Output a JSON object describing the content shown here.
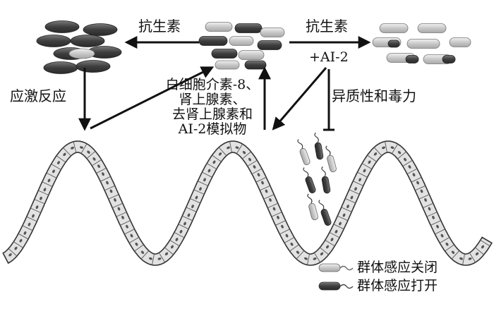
{
  "labels": {
    "antibiotic_left": "抗生素",
    "antibiotic_right": "抗生素",
    "ai2_plus": "+AI-2",
    "stress_response": "应激反应",
    "host_signals": [
      "白细胞介素-8、",
      "肾上腺素、",
      "去肾上腺素和",
      "AI-2模拟物"
    ],
    "heterogeneity": "异质性和毒力"
  },
  "legend": [
    {
      "label": "群体感应关闭",
      "color": "#cfcfcf"
    },
    {
      "label": "群体感应打开",
      "color": "#555555"
    }
  ],
  "colors": {
    "cell_dark": "#4a4a4a",
    "cell_light": "#cfcfcf",
    "epithelium_fill": "#e2e2e2",
    "epithelium_outline": "#333333",
    "nucleus": "#555555",
    "arrow": "#111111"
  },
  "icons": [
    "bacteria-cluster-icon",
    "bacterium-icon",
    "epithelium-wave-icon"
  ]
}
